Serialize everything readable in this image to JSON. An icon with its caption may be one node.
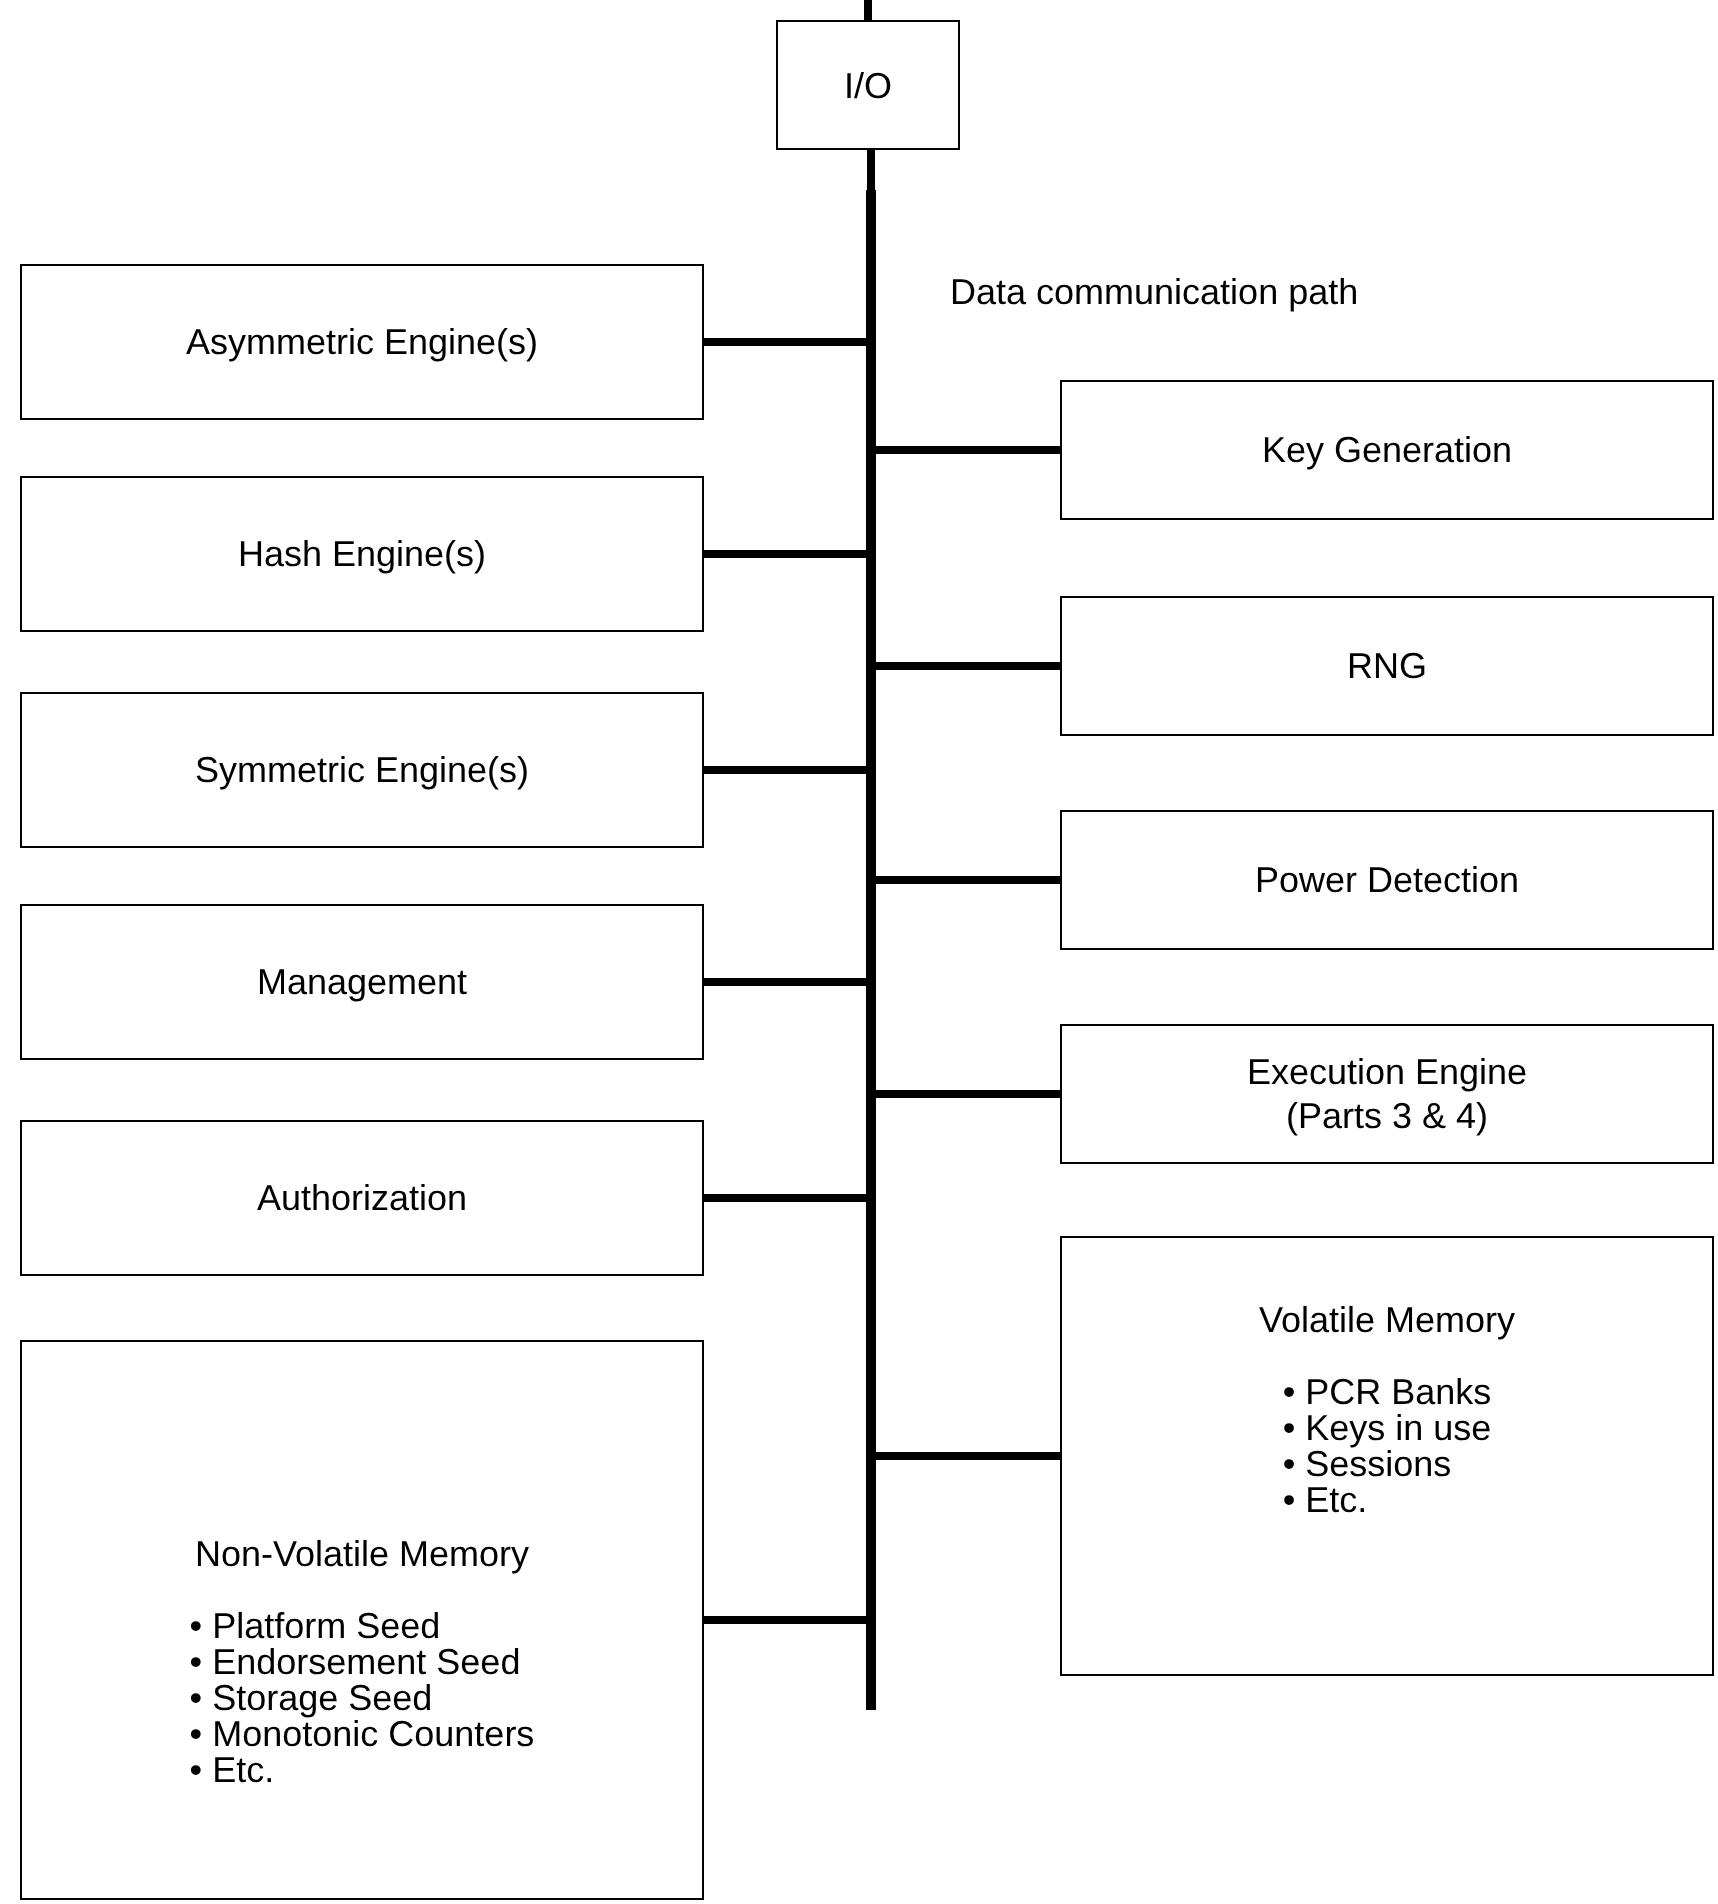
{
  "diagram": {
    "nodes": [
      {
        "text": [
          "I/O"
        ]
      },
      {
        "text": [],
        "shape": "bar",
        "beside": [
          "Data communication path"
        ]
      },
      {
        "text": [
          "Asymmetric Engine(s)"
        ]
      },
      {
        "text": [
          "Key Generation"
        ]
      },
      {
        "text": [
          "Hash Engine(s)"
        ]
      },
      {
        "text": [
          "RNG"
        ]
      },
      {
        "text": [
          "Symmetric Engine(s)"
        ]
      },
      {
        "text": [
          "Power Detection"
        ]
      },
      {
        "text": [
          "Management"
        ]
      },
      {
        "text": [
          "Execution Engine (Parts 3 & 4)"
        ]
      },
      {
        "text": [
          "Authorization"
        ]
      },
      {
        "text": [
          "Volatile Memory",
          "• PCR Banks",
          "• Keys in use",
          "• Sessions",
          "• Etc."
        ]
      },
      {
        "text": [
          "Non-Volatile Memory",
          "• Platform Seed",
          "• Endorsement Seed",
          "• Storage Seed",
          "• Monotonic Counters",
          "• Etc."
        ]
      }
    ],
    "edges": [
      {
        "from": null,
        "to": 0,
        "arrow": "none"
      },
      {
        "from": 0,
        "to": 1,
        "arrow": "none"
      },
      {
        "from": 1,
        "to": 2,
        "arrow": "none"
      },
      {
        "from": 1,
        "to": 3,
        "arrow": "none"
      },
      {
        "from": 1,
        "to": 4,
        "arrow": "none"
      },
      {
        "from": 1,
        "to": 5,
        "arrow": "none"
      },
      {
        "from": 1,
        "to": 6,
        "arrow": "none"
      },
      {
        "from": 1,
        "to": 7,
        "arrow": "none"
      },
      {
        "from": 1,
        "to": 8,
        "arrow": "none"
      },
      {
        "from": 1,
        "to": 9,
        "arrow": "none"
      },
      {
        "from": 1,
        "to": 10,
        "arrow": "none"
      },
      {
        "from": 1,
        "to": 11,
        "arrow": "none"
      },
      {
        "from": 1,
        "to": 12,
        "arrow": "none"
      }
    ]
  }
}
